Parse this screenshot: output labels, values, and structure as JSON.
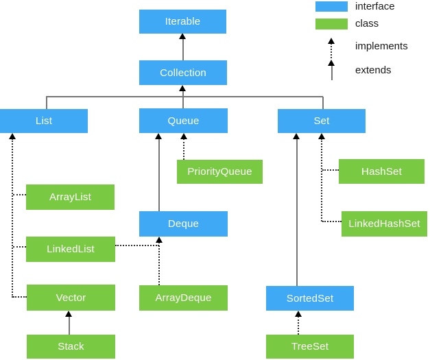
{
  "nodes": {
    "iterable": {
      "label": "Iterable",
      "kind": "interface"
    },
    "collection": {
      "label": "Collection",
      "kind": "interface"
    },
    "list": {
      "label": "List",
      "kind": "interface"
    },
    "queue": {
      "label": "Queue",
      "kind": "interface"
    },
    "set": {
      "label": "Set",
      "kind": "interface"
    },
    "deque": {
      "label": "Deque",
      "kind": "interface"
    },
    "sortedset": {
      "label": "SortedSet",
      "kind": "interface"
    },
    "priorityqueue": {
      "label": "PriorityQueue",
      "kind": "class"
    },
    "arraylist": {
      "label": "ArrayList",
      "kind": "class"
    },
    "linkedlist": {
      "label": "LinkedList",
      "kind": "class"
    },
    "vector": {
      "label": "Vector",
      "kind": "class"
    },
    "stack": {
      "label": "Stack",
      "kind": "class"
    },
    "arraydeque": {
      "label": "ArrayDeque",
      "kind": "class"
    },
    "hashset": {
      "label": "HashSet",
      "kind": "class"
    },
    "linkedhashset": {
      "label": "LinkedHashSet",
      "kind": "class"
    },
    "treeset": {
      "label": "TreeSet",
      "kind": "class"
    }
  },
  "edges": [
    {
      "from": "Collection",
      "to": "Iterable",
      "type": "extends"
    },
    {
      "from": "List",
      "to": "Collection",
      "type": "extends"
    },
    {
      "from": "Queue",
      "to": "Collection",
      "type": "extends"
    },
    {
      "from": "Set",
      "to": "Collection",
      "type": "extends"
    },
    {
      "from": "Deque",
      "to": "Queue",
      "type": "extends"
    },
    {
      "from": "SortedSet",
      "to": "Set",
      "type": "extends"
    },
    {
      "from": "Stack",
      "to": "Vector",
      "type": "extends"
    },
    {
      "from": "ArrayList",
      "to": "List",
      "type": "implements"
    },
    {
      "from": "LinkedList",
      "to": "List",
      "type": "implements"
    },
    {
      "from": "Vector",
      "to": "List",
      "type": "implements"
    },
    {
      "from": "PriorityQueue",
      "to": "Queue",
      "type": "implements"
    },
    {
      "from": "ArrayDeque",
      "to": "Deque",
      "type": "implements"
    },
    {
      "from": "LinkedList",
      "to": "Deque",
      "type": "implements"
    },
    {
      "from": "HashSet",
      "to": "Set",
      "type": "implements"
    },
    {
      "from": "LinkedHashSet",
      "to": "Set",
      "type": "implements"
    },
    {
      "from": "TreeSet",
      "to": "SortedSet",
      "type": "implements"
    }
  ],
  "legend": {
    "interface_label": "interface",
    "class_label": "class",
    "implements_label": "implements",
    "extends_label": "extends"
  },
  "colors": {
    "interface": "#3FA9F5",
    "class": "#7AC943",
    "line": "#757575",
    "arrow": "#000000",
    "text_on_node": "#FFFFFF",
    "legend_text": "#1A1A1A"
  }
}
